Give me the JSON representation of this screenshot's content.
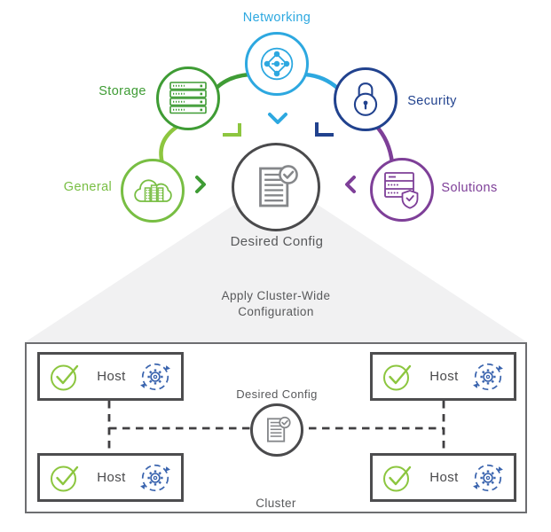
{
  "orbit": {
    "networking": {
      "label": "Networking",
      "color": "#2da8e0",
      "icon": "network-nodes-icon"
    },
    "storage": {
      "label": "Storage",
      "color": "#3f9c35",
      "icon": "server-stack-icon"
    },
    "security": {
      "label": "Security",
      "color": "#21428e",
      "icon": "padlock-icon"
    },
    "general": {
      "label": "General",
      "color": "#78be43",
      "icon": "cloud-datacenter-icon"
    },
    "solutions": {
      "label": "Solutions",
      "color": "#7e3f98",
      "icon": "server-shield-icon"
    }
  },
  "center": {
    "label": "Desired Config",
    "icon": "document-check-icon"
  },
  "funnel": {
    "caption": {
      "line1": "Apply Cluster-Wide",
      "line2": "Configuration"
    }
  },
  "cluster": {
    "label": "Cluster",
    "desired_config": {
      "label": "Desired Config",
      "icon": "document-check-icon"
    },
    "hosts": [
      {
        "label": "Host",
        "icons": [
          "check-circle-icon",
          "gear-sync-icon"
        ]
      },
      {
        "label": "Host",
        "icons": [
          "check-circle-icon",
          "gear-sync-icon"
        ]
      },
      {
        "label": "Host",
        "icons": [
          "check-circle-icon",
          "gear-sync-icon"
        ]
      },
      {
        "label": "Host",
        "icons": [
          "check-circle-icon",
          "gear-sync-icon"
        ]
      }
    ]
  },
  "colors": {
    "light_blue": "#2da8e0",
    "green": "#3f9c35",
    "light_green": "#78be43",
    "bright_green": "#8dc63f",
    "navy": "#21428e",
    "purple": "#7e3f98",
    "dark_gray": "#58595b",
    "icon_gray": "#85878a",
    "host_border": "#4d4d4f",
    "cluster_border": "#6d6e71",
    "funnel_gray": "#f1f1f2",
    "dash_gray": "#414042",
    "gear_blue": "#3a64ae"
  }
}
